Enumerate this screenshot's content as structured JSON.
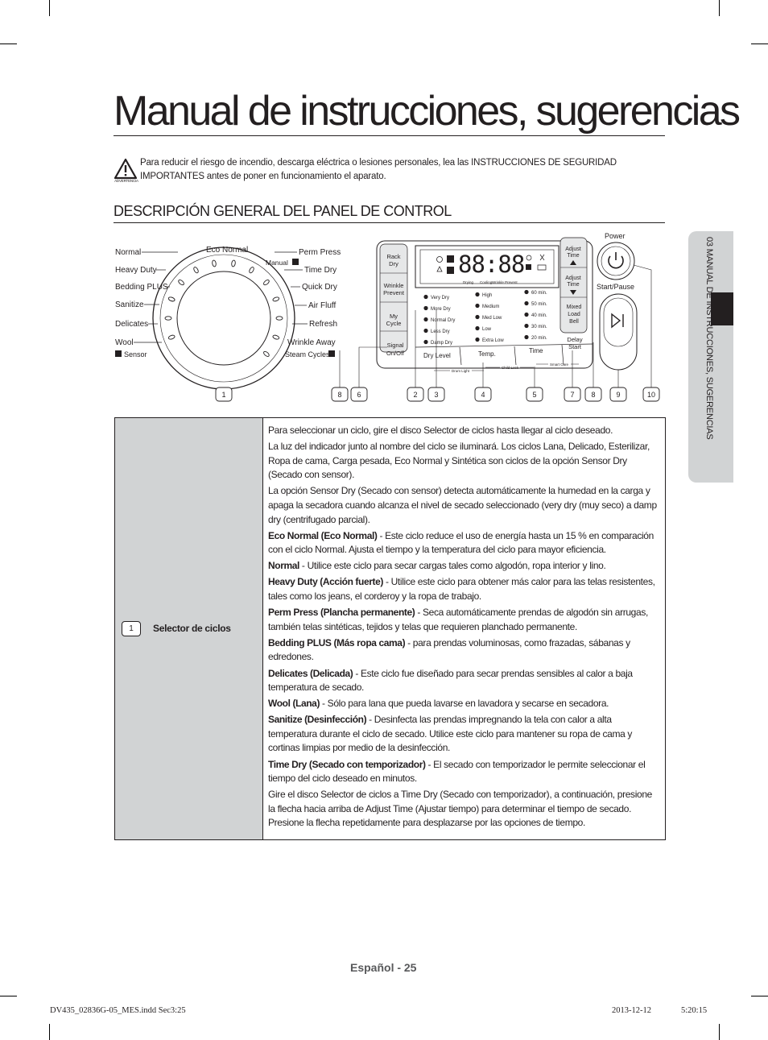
{
  "page": {
    "title": "Manual de instrucciones, sugerencias",
    "side_tab": "03  MANUAL DE INSTRUCCIONES, SUGERENCIAS",
    "page_number": "Español - 25",
    "footer": {
      "file": "DV435_02836G-05_MES.indd   Sec3:25",
      "date": "2013-12-12",
      "time": "5:20:15"
    }
  },
  "warning": {
    "icon": "warning-triangle-icon",
    "label": "ADVERTENCIA",
    "text": "Para reducir el riesgo de incendio, descarga eléctrica o lesiones personales, lea las INSTRUCCIONES DE SEGURIDAD IMPORTANTES antes de poner en funcionamiento el aparato."
  },
  "section": {
    "heading": "DESCRIPCIÓN GENERAL DEL PANEL DE CONTROL"
  },
  "panel": {
    "dial": {
      "normal": "Normal",
      "heavy_duty": "Heavy Duty",
      "bedding_plus": "Bedding PLUS",
      "sanitize": "Sanitize",
      "delicates": "Delicates",
      "wool": "Wool",
      "sensor": "Sensor",
      "eco_normal": "Eco Normal",
      "manual": "Manual",
      "perm_press": "Perm Press",
      "time_dry": "Time Dry",
      "quick_dry": "Quick Dry",
      "air_fluff": "Air Fluff",
      "refresh": "Refresh",
      "wrinkle_away": "Wrinkle Away",
      "steam_cycles": "Steam Cycles"
    },
    "left_buttons": {
      "rack_1": "Rack",
      "rack_2": "Dry",
      "wrinkle_1": "Wrinkle",
      "wrinkle_2": "Prevent",
      "mycycle_1": "My",
      "mycycle_2": "Cycle",
      "signal_1": "Signal",
      "signal_2": "On/Off"
    },
    "display": {
      "digits": "88:88",
      "status_drying": "Drying",
      "status_cooling": "Cooling",
      "status_wrinkle": "Wrinkle Prevent"
    },
    "dry_levels": [
      "Very Dry",
      "More Dry",
      "Normal Dry",
      "Less Dry",
      "Damp Dry"
    ],
    "temps": [
      "High",
      "Medium",
      "Med Low",
      "Low",
      "Extra Low"
    ],
    "times": [
      "60 min.",
      "50 min.",
      "40 min.",
      "30 min.",
      "20 min."
    ],
    "bottom_buttons": {
      "dry_level": "Dry Level",
      "temp": "Temp.",
      "time": "Time"
    },
    "hold_labels": {
      "drum_light": "Drum Light",
      "child_lock": "Child Lock",
      "smart_care": "Smart Care"
    },
    "right_buttons": {
      "adjust_up_1": "Adjust",
      "adjust_up_2": "Time",
      "adjust_dn_1": "Adjust",
      "adjust_dn_2": "Time",
      "mixed_1": "Mixed",
      "mixed_2": "Load",
      "mixed_3": "Bell",
      "delay_1": "Delay",
      "delay_2": "Start"
    },
    "power_label": "Power",
    "start_pause_label": "Start/Pause",
    "callouts": [
      "1",
      "8",
      "6",
      "2",
      "3",
      "4",
      "5",
      "7",
      "8",
      "9",
      "10"
    ]
  },
  "table": {
    "row_number": "1",
    "row_label": "Selector de ciclos",
    "paragraphs": [
      {
        "term": "",
        "text": "Para seleccionar un ciclo, gire el disco Selector de ciclos hasta llegar al ciclo deseado."
      },
      {
        "term": "",
        "text": "La luz del indicador junto al nombre del ciclo se iluminará. Los ciclos Lana, Delicado, Esterilizar, Ropa de cama, Carga pesada, Eco Normal y Sintética son ciclos de la opción Sensor Dry (Secado con sensor)."
      },
      {
        "term": "",
        "text": "La opción Sensor Dry (Secado con sensor) detecta automáticamente la humedad en la carga y apaga la secadora cuando alcanza el nivel de secado seleccionado (very dry (muy seco) a damp dry (centrifugado parcial)."
      },
      {
        "term": "Eco Normal (Eco Normal)",
        "text": " - Este ciclo reduce el uso de energía hasta un 15 % en comparación con el ciclo Normal. Ajusta el tiempo y la temperatura del ciclo para mayor eficiencia."
      },
      {
        "term": "Normal",
        "text": " - Utilice este ciclo para secar cargas tales como algodón, ropa interior y lino."
      },
      {
        "term": "Heavy Duty (Acción fuerte)",
        "text": " - Utilice este ciclo para obtener más calor para las telas resistentes, tales como los jeans, el corderoy y la ropa de trabajo."
      },
      {
        "term": "Perm Press (Plancha permanente)",
        "text": " - Seca automáticamente prendas de algodón sin arrugas, también telas sintéticas, tejidos y telas que requieren planchado permanente."
      },
      {
        "term": "Bedding PLUS (Más ropa cama)",
        "text": " - para prendas voluminosas, como frazadas, sábanas y edredones."
      },
      {
        "term": "Delicates (Delicada)",
        "text": " - Este ciclo fue diseñado para secar prendas sensibles al calor a baja temperatura de secado."
      },
      {
        "term": "Wool (Lana)",
        "text": " - Sólo para lana que pueda lavarse en lavadora y secarse en secadora."
      },
      {
        "term": "Sanitize (Desinfección)",
        "text": " - Desinfecta las prendas impregnando la tela con calor a alta temperatura durante el ciclo de secado. Utilice este ciclo para mantener su ropa de cama y cortinas limpias por medio de la desinfección."
      },
      {
        "term": "Time Dry (Secado con temporizador)",
        "text": " - El secado con temporizador le permite seleccionar el tiempo del ciclo deseado en minutos."
      },
      {
        "term": "",
        "text": "Gire el disco Selector de ciclos a Time Dry (Secado con temporizador), a continuación, presione la flecha hacia arriba de Adjust Time (Ajustar tiempo) para determinar el tiempo de secado. Presione la flecha repetidamente para desplazarse por las opciones de tiempo."
      }
    ]
  }
}
